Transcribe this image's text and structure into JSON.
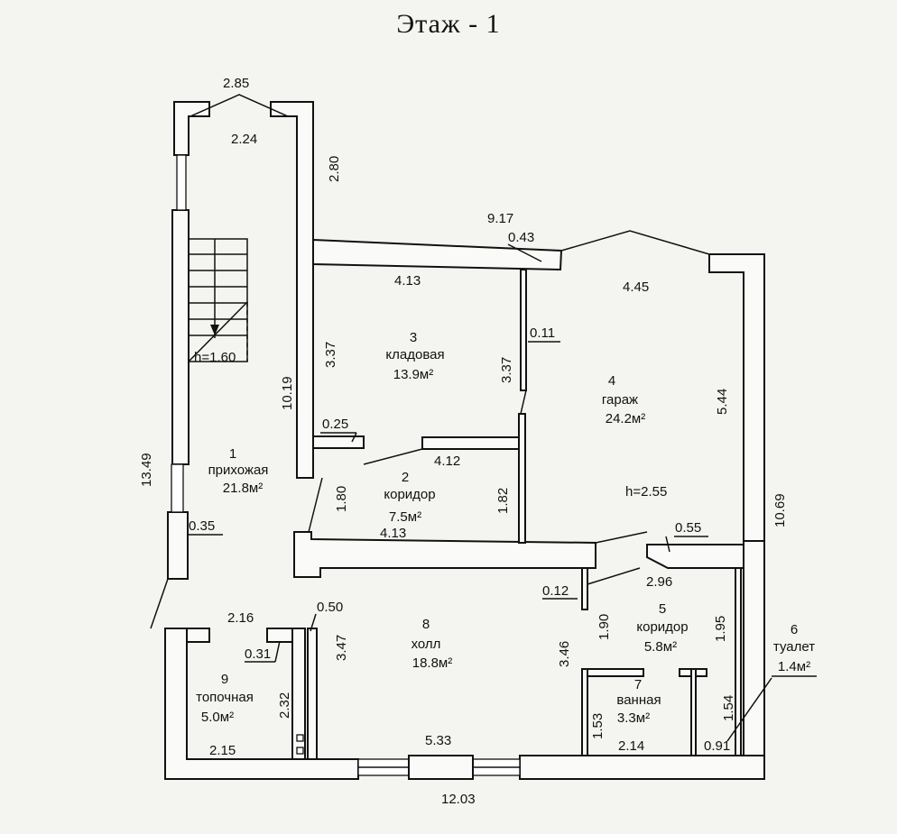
{
  "title": "Этаж  - 1",
  "rooms": [
    {
      "number": "1",
      "name": "прихожая",
      "area": "21.8м²"
    },
    {
      "number": "2",
      "name": "коридор",
      "area": "7.5м²"
    },
    {
      "number": "3",
      "name": "кладовая",
      "area": "13.9м²"
    },
    {
      "number": "4",
      "name": "гараж",
      "area": "24.2м²"
    },
    {
      "number": "5",
      "name": "коридор",
      "area": "5.8м²"
    },
    {
      "number": "6",
      "name": "туалет",
      "area": "1.4м²"
    },
    {
      "number": "7",
      "name": "ванная",
      "area": "3.3м²"
    },
    {
      "number": "8",
      "name": "холл",
      "area": "18.8м²"
    },
    {
      "number": "9",
      "name": "топочная",
      "area": "5.0м²"
    }
  ],
  "ceiling_heights": {
    "stair": "h=1.60",
    "garage": "h=2.55"
  },
  "dimensions": {
    "d_2_85": "2.85",
    "d_2_24": "2.24",
    "d_2_80": "2.80",
    "d_9_17": "9.17",
    "d_0_43": "0.43",
    "d_4_13_top": "4.13",
    "d_4_45": "4.45",
    "d_0_11": "0.11",
    "d_3_37_left": "3.37",
    "d_3_37_right": "3.37",
    "d_10_19": "10.19",
    "d_5_44": "5.44",
    "d_0_25": "0.25",
    "d_4_12": "4.12",
    "d_13_49": "13.49",
    "d_1_80": "1.80",
    "d_1_82": "1.82",
    "d_4_13_mid": "4.13",
    "d_0_35": "0.35",
    "d_0_55": "0.55",
    "d_10_69": "10.69",
    "d_2_96": "2.96",
    "d_0_12": "0.12",
    "d_2_16": "2.16",
    "d_0_50": "0.50",
    "d_0_31": "0.31",
    "d_3_47": "3.47",
    "d_3_46": "3.46",
    "d_1_90": "1.90",
    "d_1_95": "1.95",
    "d_2_32": "2.32",
    "d_1_53": "1.53",
    "d_1_54": "1.54",
    "d_2_15": "2.15",
    "d_5_33": "5.33",
    "d_2_14": "2.14",
    "d_0_91": "0.91",
    "d_12_03": "12.03"
  }
}
